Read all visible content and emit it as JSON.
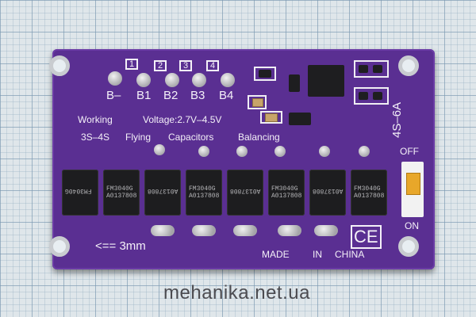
{
  "board": {
    "terminals": [
      "B–",
      "B1",
      "B2",
      "B3",
      "B4"
    ],
    "cell_numbers": [
      "1",
      "2",
      "3",
      "4"
    ],
    "line1": {
      "a": "Working",
      "b": "Voltage:2.7V–4.5V"
    },
    "line2": {
      "a": "3S–4S",
      "b": "Flying",
      "c": "Capacitors",
      "d": "Balancing"
    },
    "model": "4S–6A",
    "switch_off": "OFF",
    "switch_on": "ON",
    "size_note": "<== 3mm",
    "made_in": {
      "a": "MADE",
      "b": "IN",
      "c": "CHINA"
    },
    "ce_mark": "CE",
    "chip_top": {
      "line1": "FM3040G",
      "line2": "A0137808"
    },
    "chip_bottom": {
      "line1": "FM3040G",
      "line2": "A0137808"
    }
  },
  "watermark": "mehanika.net.ua"
}
